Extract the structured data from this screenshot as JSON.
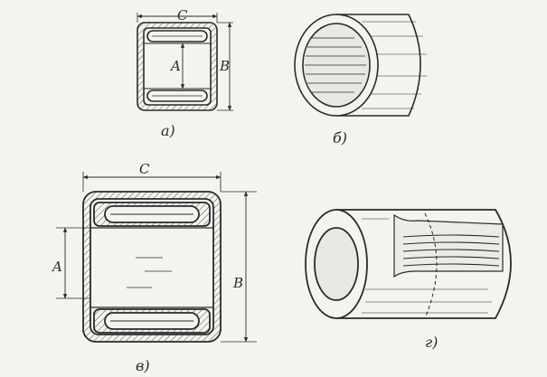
{
  "figure": {
    "panels": {
      "a": {
        "caption": "а)",
        "dims": {
          "c": "C",
          "a": "A",
          "b": "B"
        }
      },
      "b": {
        "caption": "б)"
      },
      "v": {
        "caption": "в)",
        "dims": {
          "c": "C",
          "a": "A",
          "b": "B"
        }
      },
      "g": {
        "caption": "г)"
      }
    }
  },
  "colors": {
    "ink": "#2a2a2a",
    "paper": "#f4f3ef",
    "hatch": "#555555"
  }
}
